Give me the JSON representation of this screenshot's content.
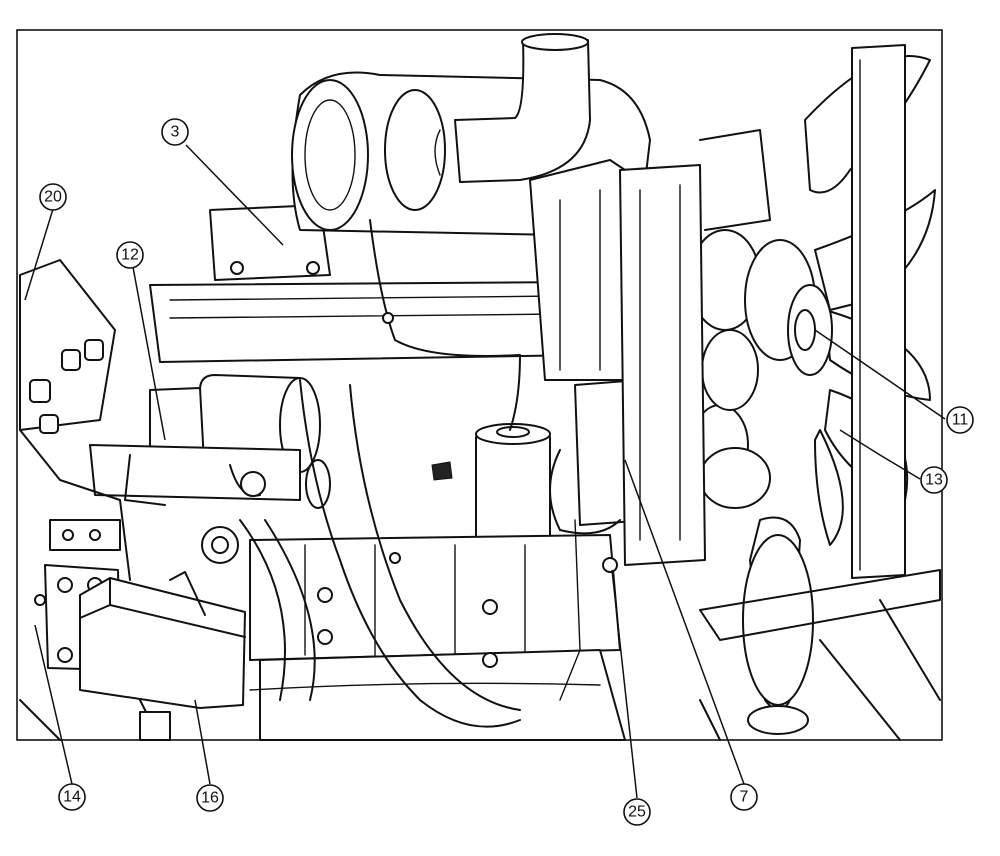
{
  "callouts": {
    "c3": "3",
    "c20": "20",
    "c12": "12",
    "c11": "11",
    "c13": "13",
    "c14": "14",
    "c16": "16",
    "c25": "25",
    "c7": "7"
  }
}
